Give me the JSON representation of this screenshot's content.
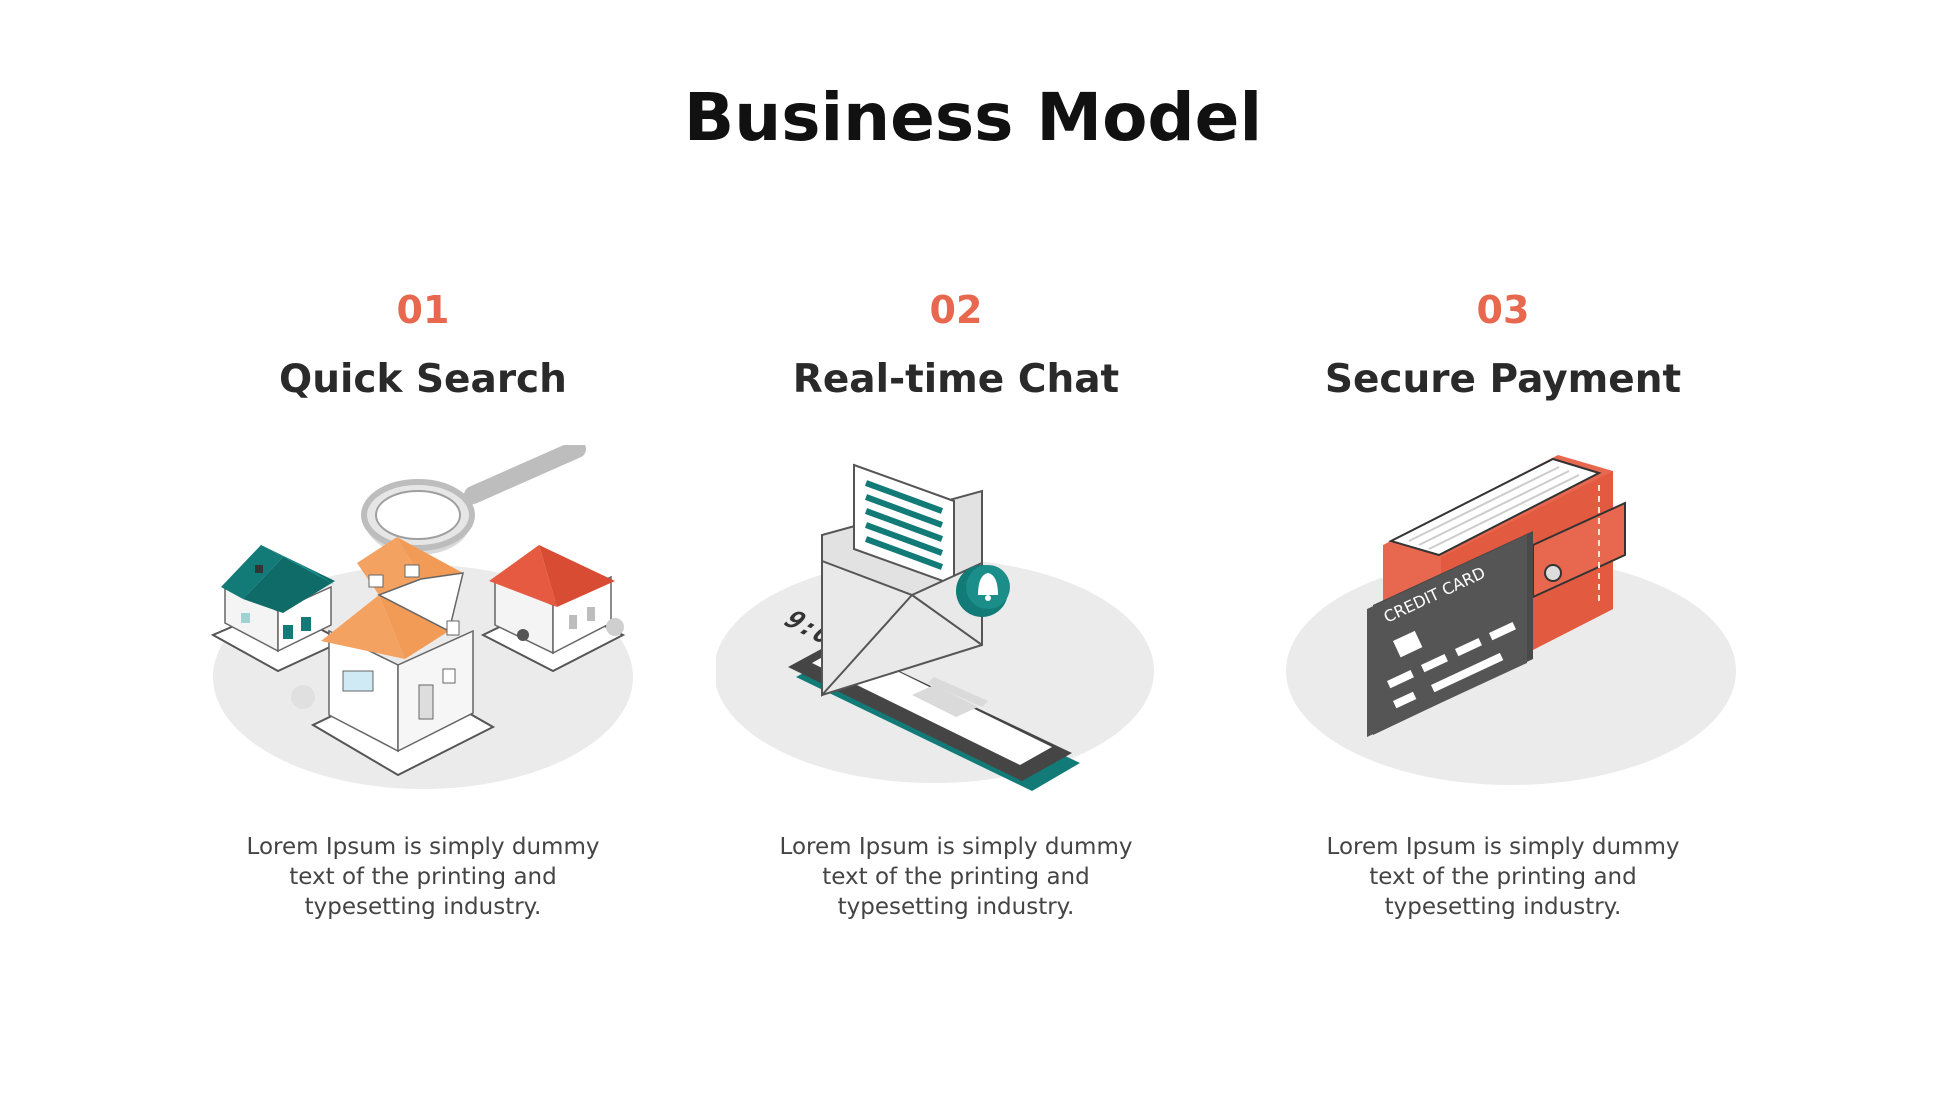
{
  "page": {
    "title": "Business Model"
  },
  "colors": {
    "accent": "#E8684F",
    "teal": "#127A77",
    "dark_text": "#2A2A2A",
    "body_text": "#444444",
    "ellipse": "#EBEBEB"
  },
  "steps": [
    {
      "number": "01",
      "title": "Quick Search",
      "description": "Lorem Ipsum is simply dummy text of the printing and typesetting industry.",
      "icon": "houses-magnifier-icon"
    },
    {
      "number": "02",
      "title": "Real-time Chat",
      "description": "Lorem Ipsum is simply dummy text of the printing and typesetting industry.",
      "icon": "phone-envelope-icon",
      "phone_time": "9:00"
    },
    {
      "number": "03",
      "title": "Secure Payment",
      "description": "Lorem Ipsum is simply dummy text of the printing and typesetting industry.",
      "icon": "wallet-credit-card-icon",
      "card_label": "CREDIT CARD"
    }
  ]
}
